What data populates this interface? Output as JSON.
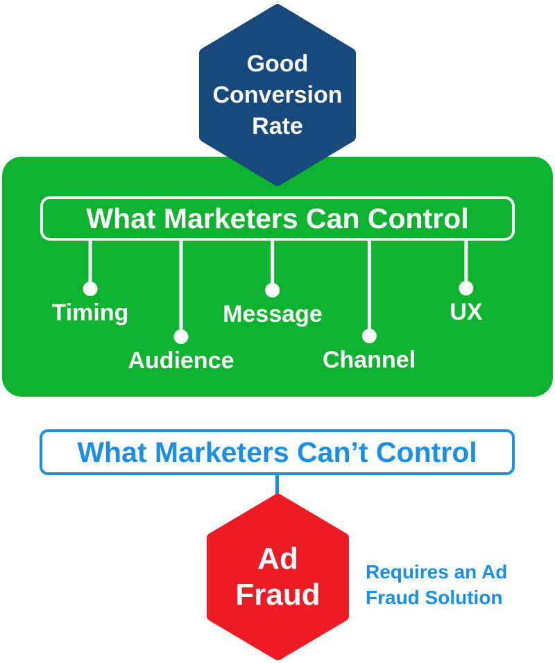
{
  "colors": {
    "navy": "#17497a",
    "green": "#0db32e",
    "blue": "#1b8ee8",
    "red": "#ed1c24",
    "white": "#ffffff"
  },
  "top_hexagon": {
    "line1": "Good",
    "line2": "Conversion",
    "line3": "Rate"
  },
  "can_control": {
    "title": "What Marketers Can Control",
    "items": [
      {
        "label": "Timing"
      },
      {
        "label": "Audience"
      },
      {
        "label": "Message"
      },
      {
        "label": "Channel"
      },
      {
        "label": "UX"
      }
    ]
  },
  "cant_control": {
    "title": "What Marketers Can’t Control"
  },
  "ad_fraud": {
    "line1": "Ad",
    "line2": "Fraud",
    "note": "Requires an Ad Fraud Solution"
  }
}
